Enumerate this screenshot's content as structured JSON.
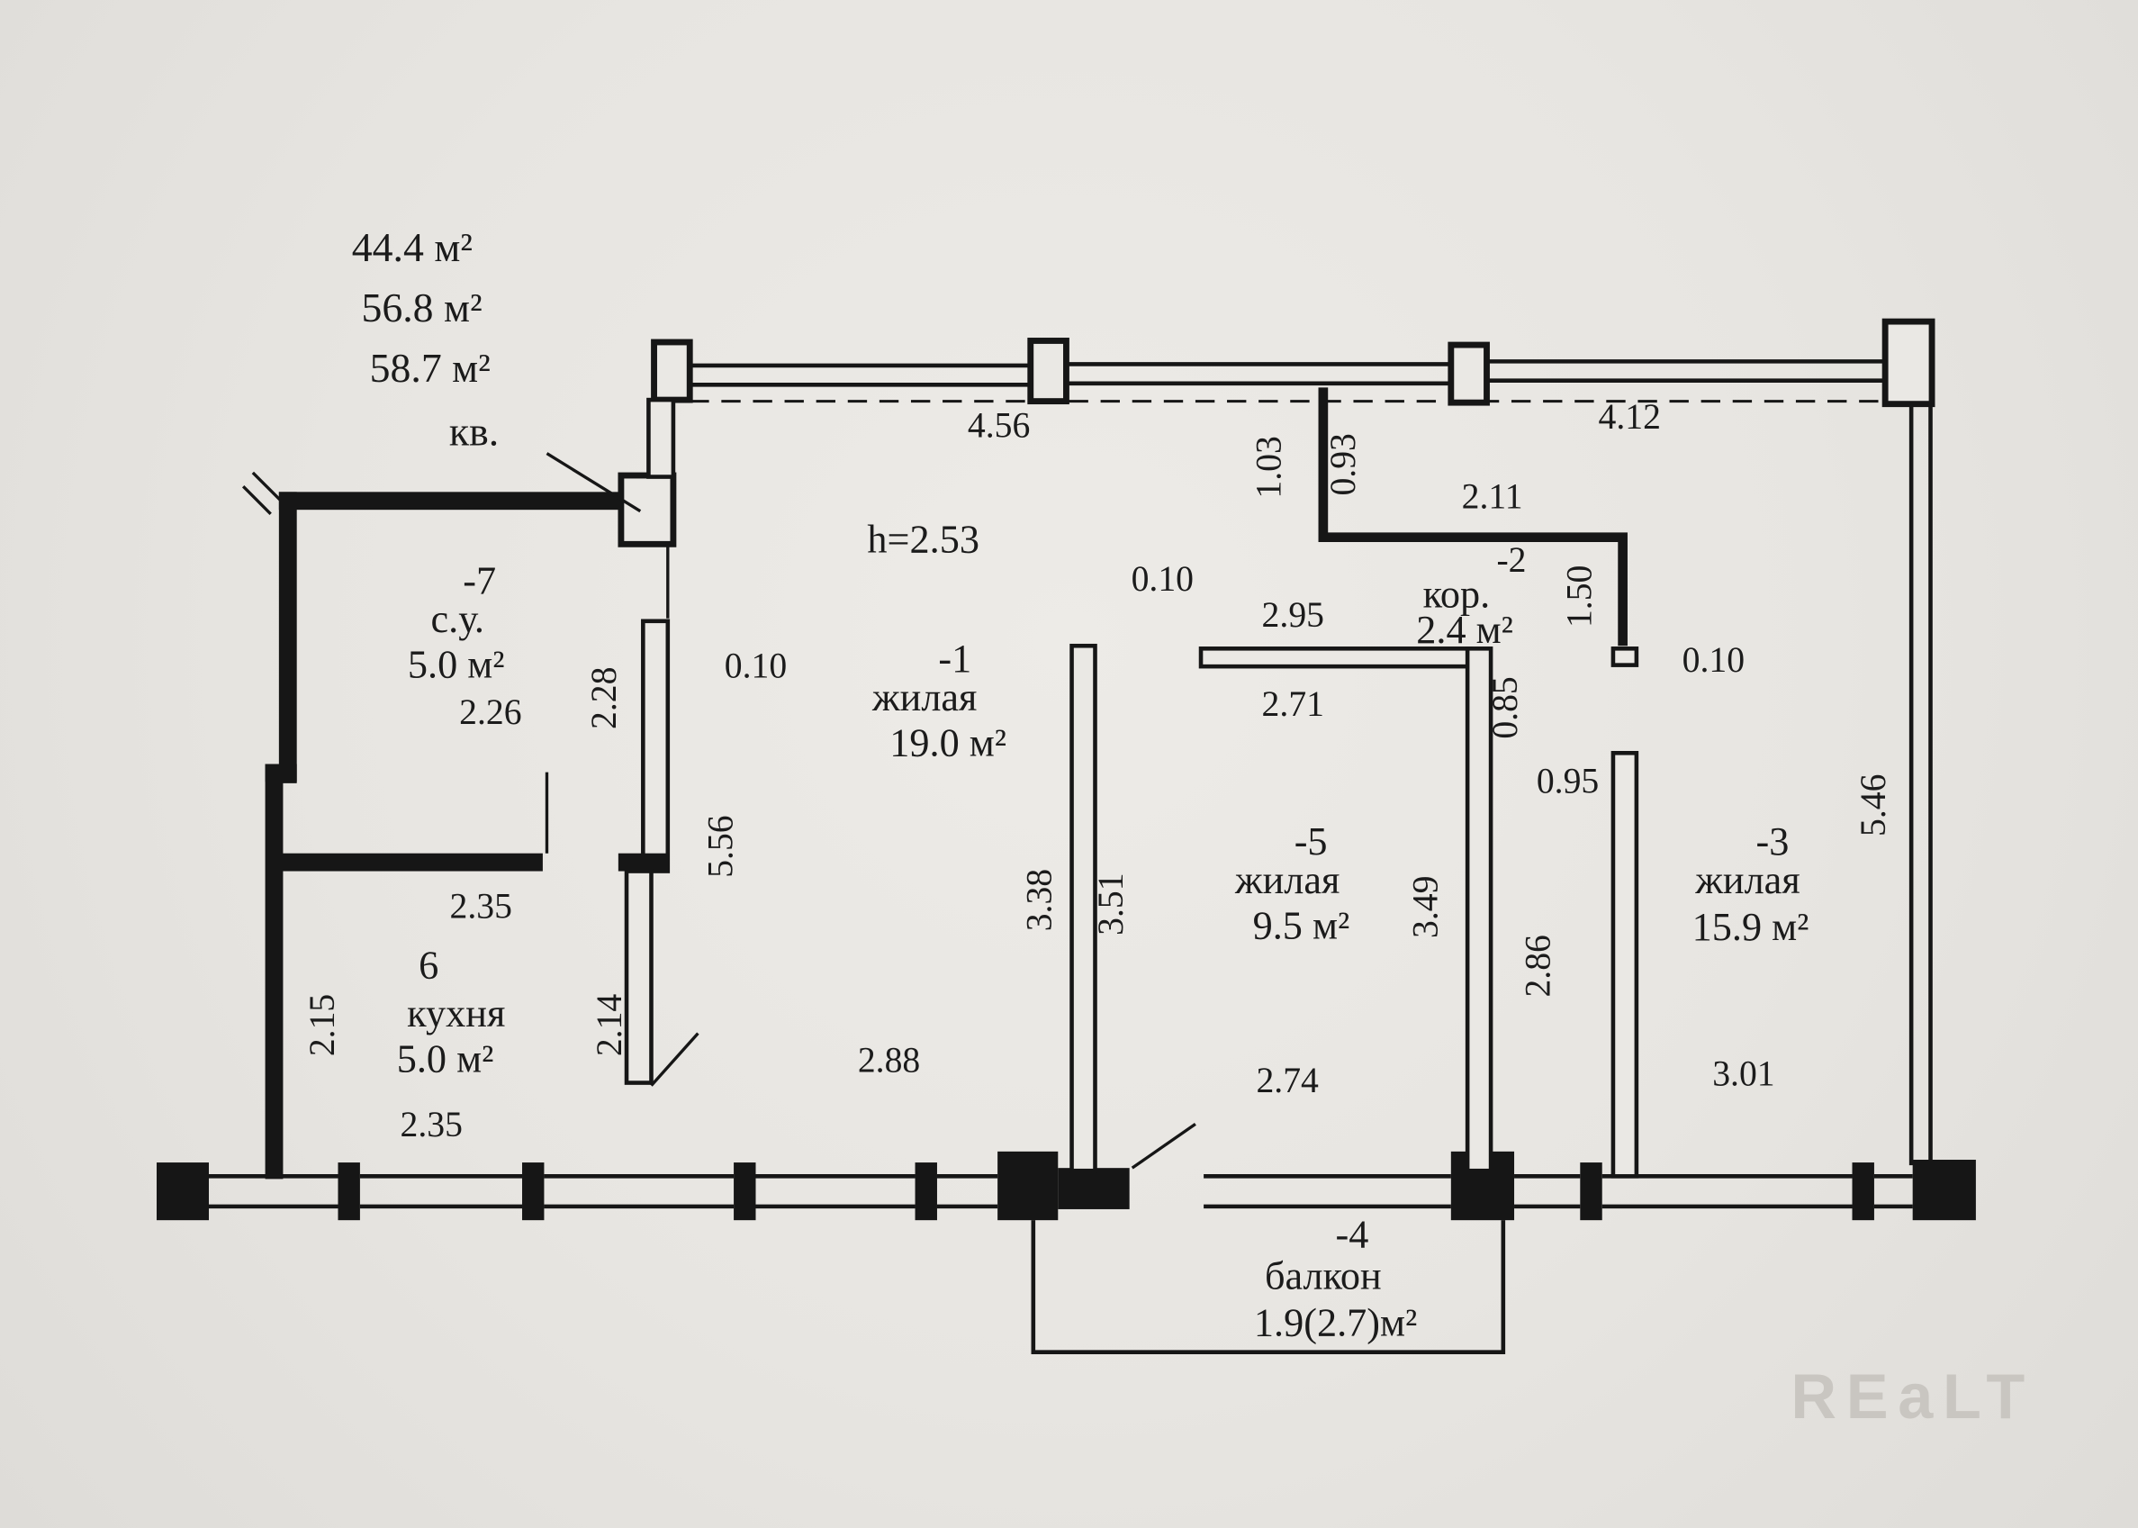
{
  "canvas": {
    "background": "#e8e6e2",
    "ink": "#161616"
  },
  "header": {
    "areas": [
      "44.4 м²",
      "56.8 м²",
      "58.7 м²"
    ],
    "apartment_label": "кв."
  },
  "plan": {
    "ceiling_height": "h=2.53",
    "rooms": {
      "bathroom": {
        "number": "-7",
        "name": "с.у.",
        "area": "5.0 м²"
      },
      "living_1": {
        "number": "-1",
        "name": "жилая",
        "area": "19.0 м²"
      },
      "corridor": {
        "number": "-2",
        "name": "кор.",
        "area": "2.4 м²"
      },
      "living_5": {
        "number": "-5",
        "name": "жилая",
        "area": "9.5 м²"
      },
      "living_3": {
        "number": "-3",
        "name": "жилая",
        "area": "15.9 м²"
      },
      "kitchen": {
        "number": "6",
        "name": "кухня",
        "area": "5.0 м²"
      },
      "balcony": {
        "number": "-4",
        "name": "балкон",
        "area": "1.9(2.7)м²"
      }
    },
    "dimensions": {
      "top_window_left": "4.56",
      "top_window_right": "4.12",
      "corridor_entry_outer": "1.03",
      "corridor_entry_inner": "0.93",
      "corridor_width": "2.11",
      "corridor_depth": "1.50",
      "wall_thickness_top": "0.10",
      "room5_top_width": "2.95",
      "room5_inner_width": "2.71",
      "corridor_door_width": "0.85",
      "wall_thickness_right": "0.10",
      "corridor_passage_width": "0.95",
      "bathroom_width_top": "2.26",
      "bathroom_depth": "2.28",
      "wall_thickness_left": "0.10",
      "room1_depth_left": "5.56",
      "room1_depth_mid_a": "3.38",
      "room1_depth_mid_b": "3.51",
      "room1_width_bottom": "2.88",
      "room5_depth": "3.49",
      "room5_width_bottom": "2.74",
      "passage_depth": "2.86",
      "room3_depth_right": "5.46",
      "room3_width_bottom": "3.01",
      "kitchen_width_top": "2.35",
      "kitchen_depth_left": "2.15",
      "kitchen_depth_right": "2.14",
      "kitchen_width_bottom": "2.35"
    }
  },
  "watermark": {
    "text": "REaLT",
    "color": "#c9c6c1"
  }
}
